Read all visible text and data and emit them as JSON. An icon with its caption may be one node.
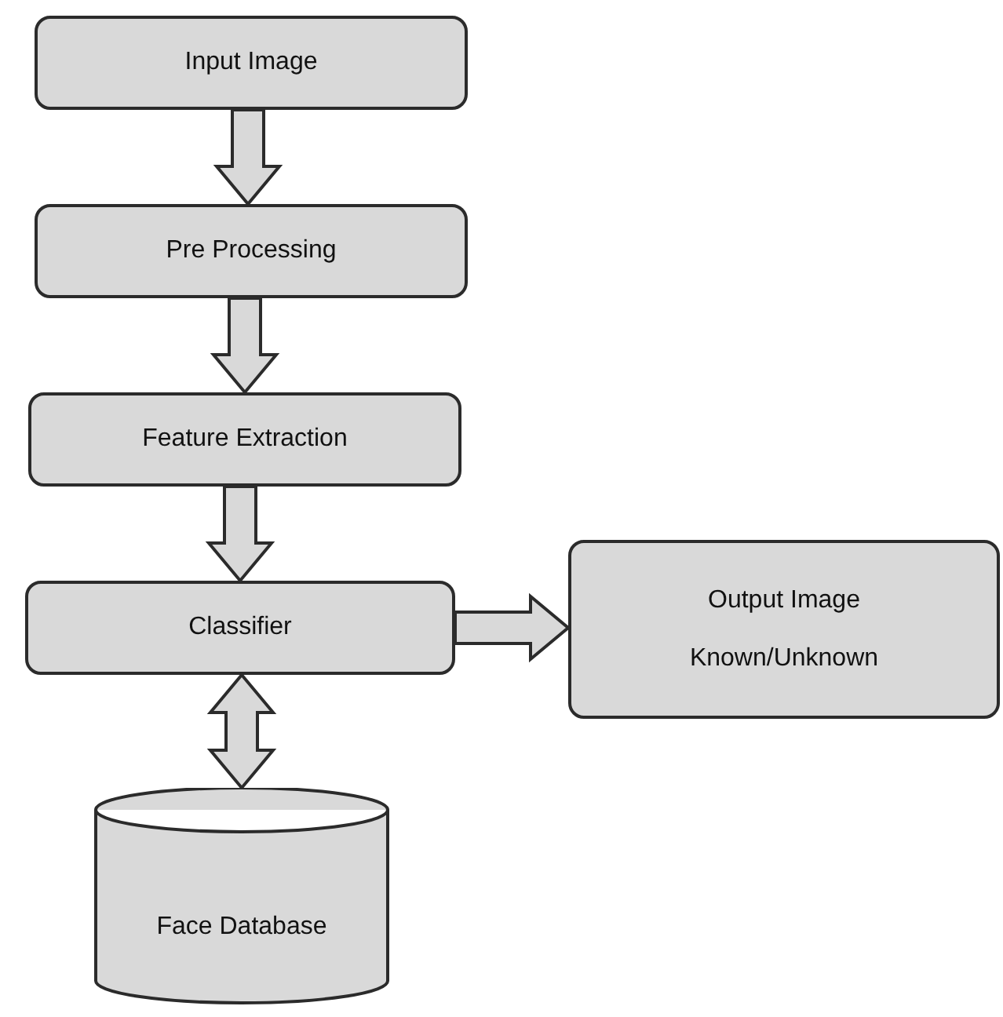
{
  "diagram": {
    "nodes": [
      {
        "text": [
          "Input Image"
        ]
      },
      {
        "text": [
          "Pre Processing"
        ]
      },
      {
        "text": [
          "Feature Extraction"
        ]
      },
      {
        "text": [
          "Classifier"
        ]
      },
      {
        "text": [
          "Output Image",
          "Known/Unknown"
        ]
      },
      {
        "text": [
          "Face Database"
        ]
      }
    ],
    "edges": [
      {
        "from": 0,
        "to": 1,
        "arrow": "to"
      },
      {
        "from": 1,
        "to": 2,
        "arrow": "to"
      },
      {
        "from": 2,
        "to": 3,
        "arrow": "to"
      },
      {
        "from": 3,
        "to": 4,
        "arrow": "to"
      },
      {
        "from": 3,
        "to": 5,
        "arrow": "both"
      }
    ]
  }
}
